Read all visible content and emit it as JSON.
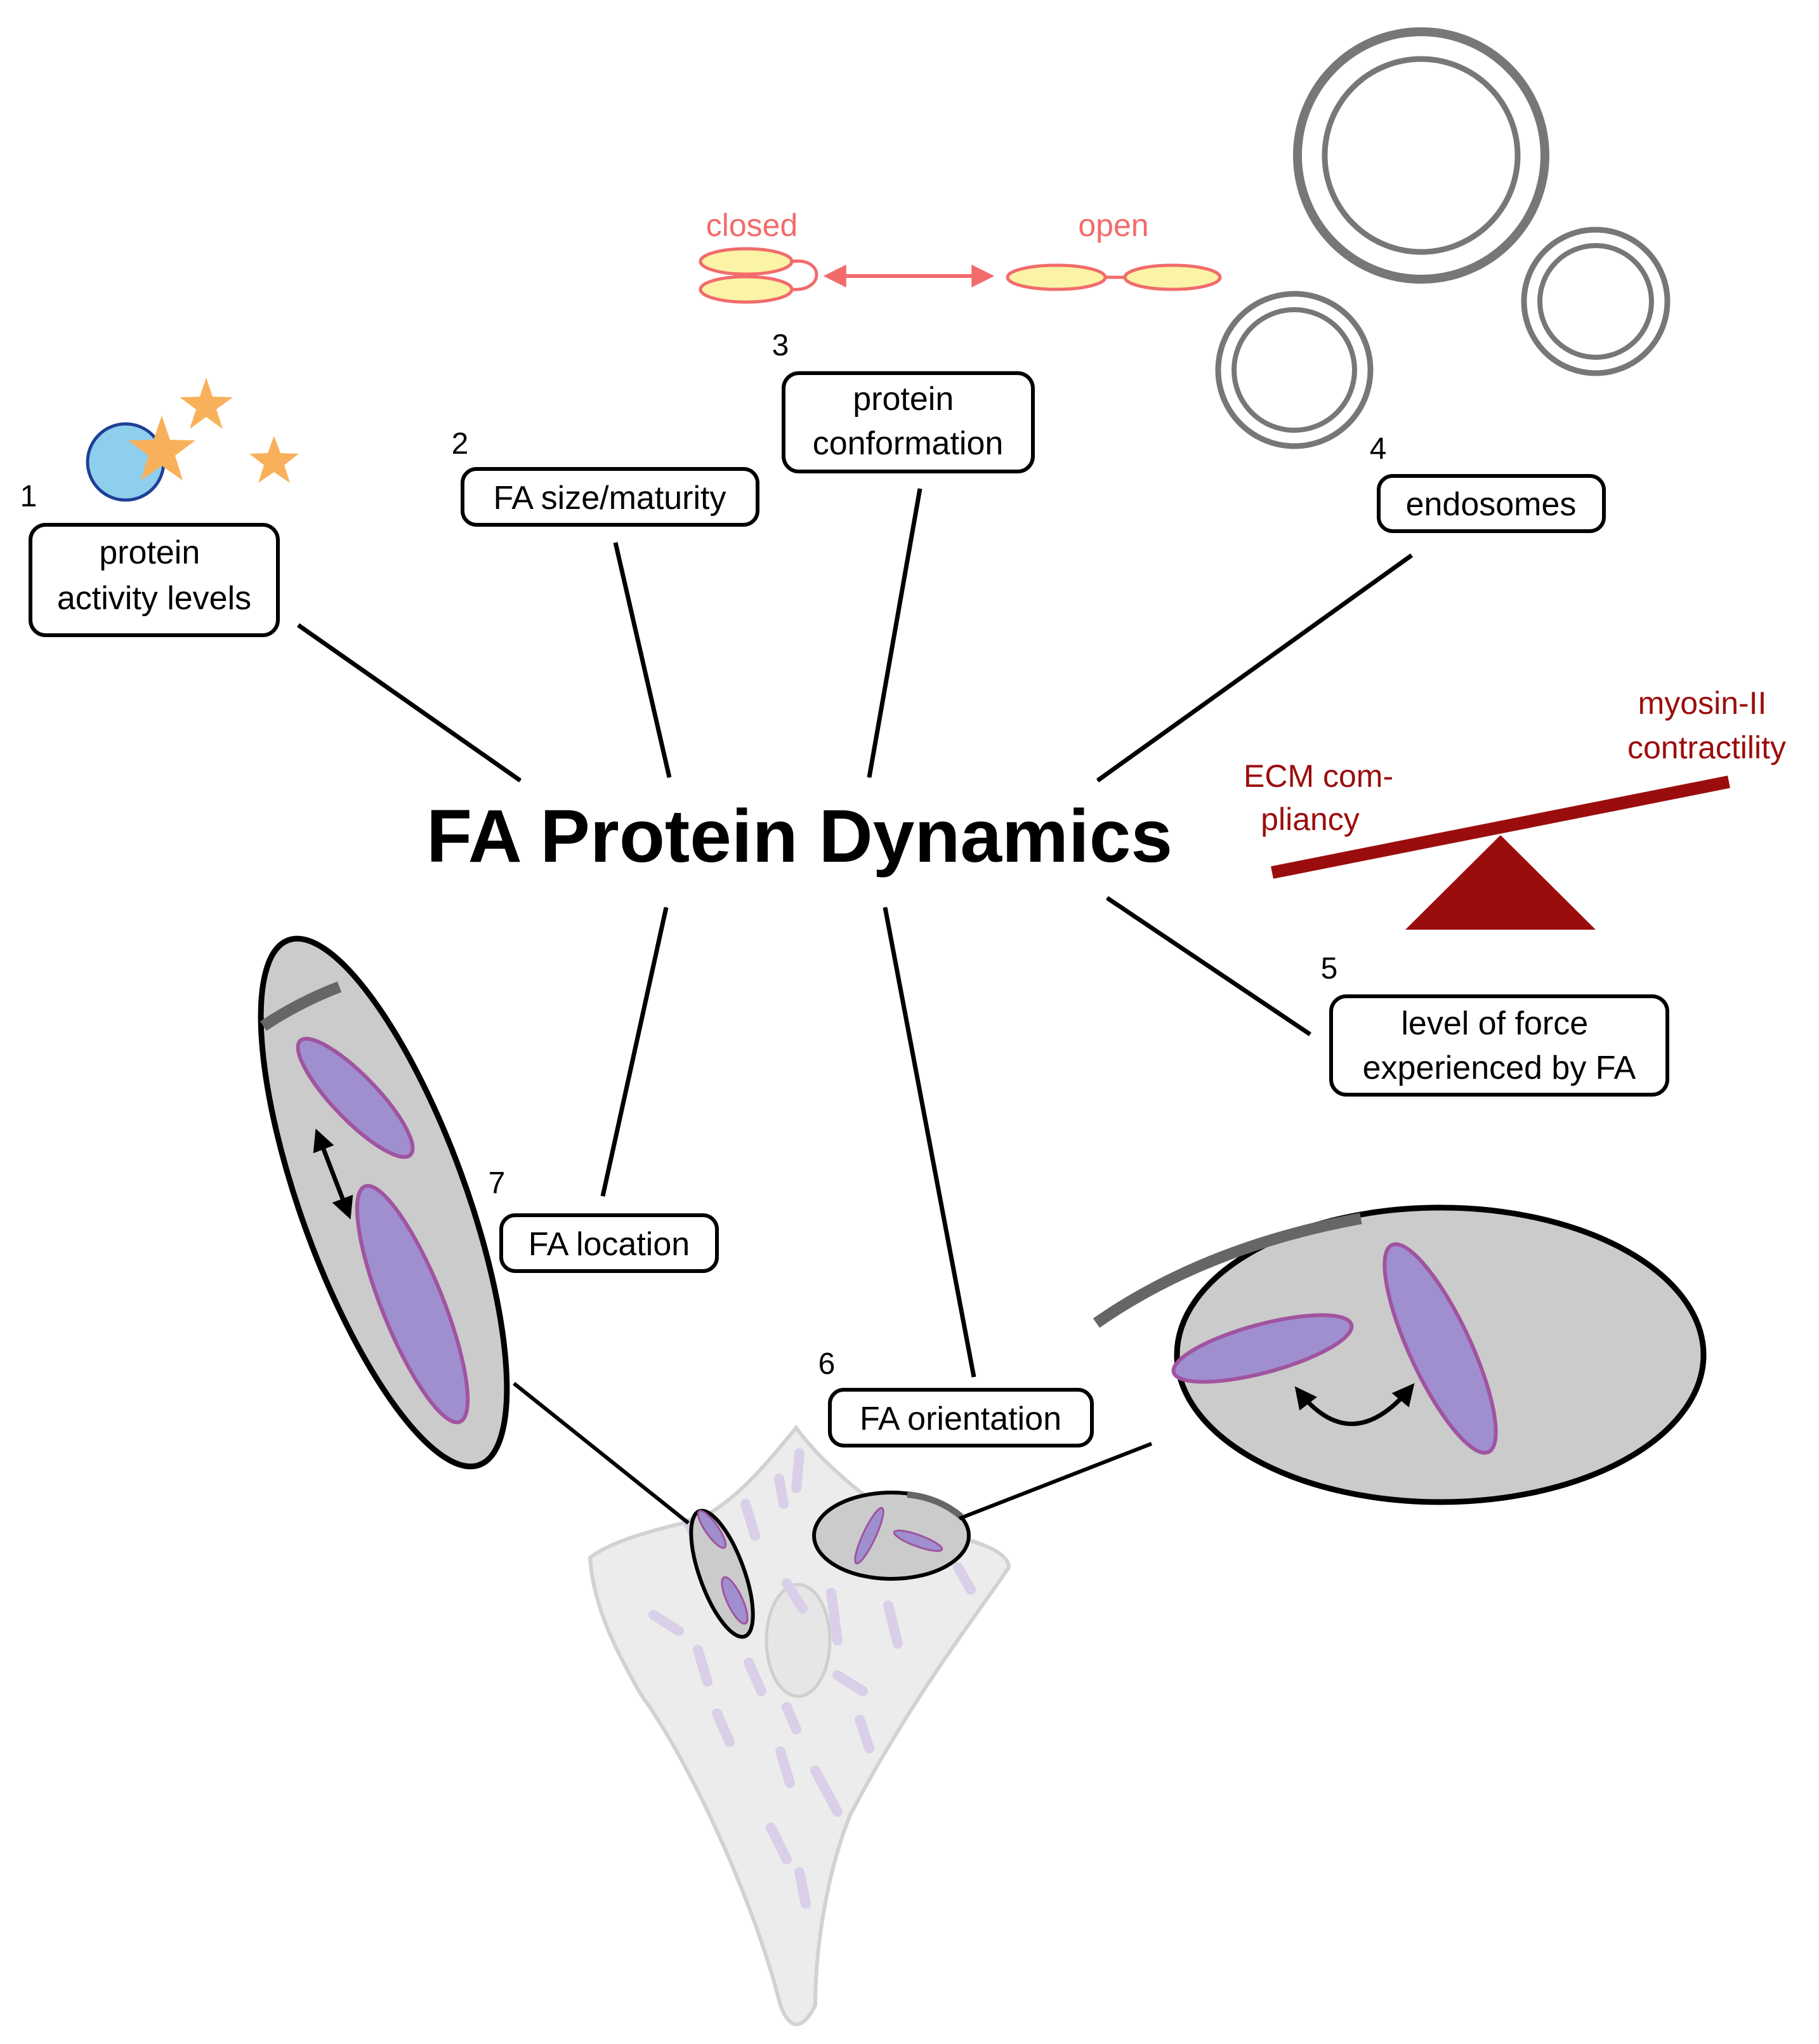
{
  "title": "FA Protein Dynamics",
  "factors": [
    {
      "number": "1",
      "lines": [
        "protein",
        "activity levels"
      ]
    },
    {
      "number": "2",
      "lines": [
        "FA size/maturity"
      ]
    },
    {
      "number": "3",
      "lines": [
        "protein",
        "conformation"
      ]
    },
    {
      "number": "4",
      "lines": [
        "endosomes"
      ]
    },
    {
      "number": "5",
      "lines": [
        "level of force",
        "experienced by FA"
      ]
    },
    {
      "number": "6",
      "lines": [
        "FA orientation"
      ]
    },
    {
      "number": "7",
      "lines": [
        "FA location"
      ]
    }
  ],
  "conformation": {
    "closed": "closed",
    "open": "open"
  },
  "seesaw": {
    "left_lines": [
      "ECM com-",
      "pliancy"
    ],
    "right_lines": [
      "myosin-II",
      "contractility"
    ]
  },
  "colors": {
    "black": "#000000",
    "conformation_red": "#f26b6b",
    "conformation_fill": "#fbf3a6",
    "star": "#f8b15a",
    "protein_blue": "#8fcfee",
    "protein_outline": "#1f3f96",
    "endosome_gray": "#777777",
    "seesaw_red": "#9b0d0d",
    "cell_fill": "#ececec",
    "zoom_fill": "#cbcbcb",
    "fa_fill": "#9f8fcf",
    "fa_outline": "#a054a0",
    "cell_fa": "#d9cfe8"
  }
}
